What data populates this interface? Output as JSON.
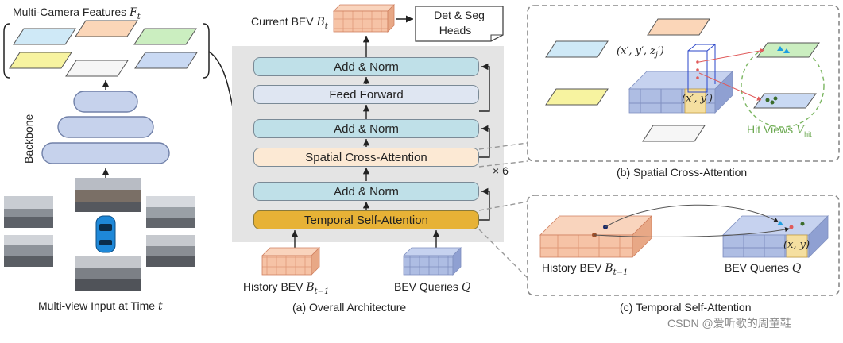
{
  "left": {
    "features_title": "Multi-Camera Features",
    "features_symbol": "F",
    "features_sub": "t",
    "backbone_label": "Backbone",
    "input_caption": "Multi-view Input at Time",
    "input_caption_t": "t"
  },
  "center": {
    "current_bev_label": "Current BEV",
    "current_bev_symbol": "B",
    "current_bev_sub": "t",
    "heads_line1": "Det & Seg",
    "heads_line2": "Heads",
    "add_norm_3": "Add & Norm",
    "feed_forward": "Feed Forward",
    "add_norm_2": "Add & Norm",
    "spatial_cross_attention": "Spatial Cross-Attention",
    "repeat": "× 6",
    "add_norm_1": "Add & Norm",
    "temporal_self_attention": "Temporal Self-Attention",
    "history_bev_label": "History BEV",
    "history_bev_symbol": "B",
    "history_bev_sub": "t−1",
    "bev_queries_label": "BEV Queries",
    "bev_queries_symbol": "Q",
    "caption_a": "(a) Overall Architecture"
  },
  "panel_b": {
    "point3d": "(x′, y′, z",
    "point3d_sub": "j",
    "point3d_end": "′)",
    "point2d": "(x′, y′)",
    "hit_views": "Hit Views",
    "hit_symbol": "V",
    "hit_sub": "hit",
    "caption_b": "(b) Spatial Cross-Attention"
  },
  "panel_c": {
    "history_bev_label": "History BEV",
    "history_bev_symbol": "B",
    "history_bev_sub": "t−1",
    "bev_queries_label": "BEV Queries",
    "bev_queries_symbol": "Q",
    "point": "(x, y)",
    "caption_c": "(c) Temporal Self-Attention"
  },
  "watermark": "CSDN @爱听歌的周童鞋",
  "colors": {
    "add_norm": "#bfe0e8",
    "feed_forward": "#dfe6f2",
    "spatial_cross_attention": "#fce9d4",
    "temporal_self_attention": "#e7b236",
    "bev_orange": "#f6c3a6",
    "bev_blue": "#aebde3",
    "hit_green": "#7bb661"
  }
}
